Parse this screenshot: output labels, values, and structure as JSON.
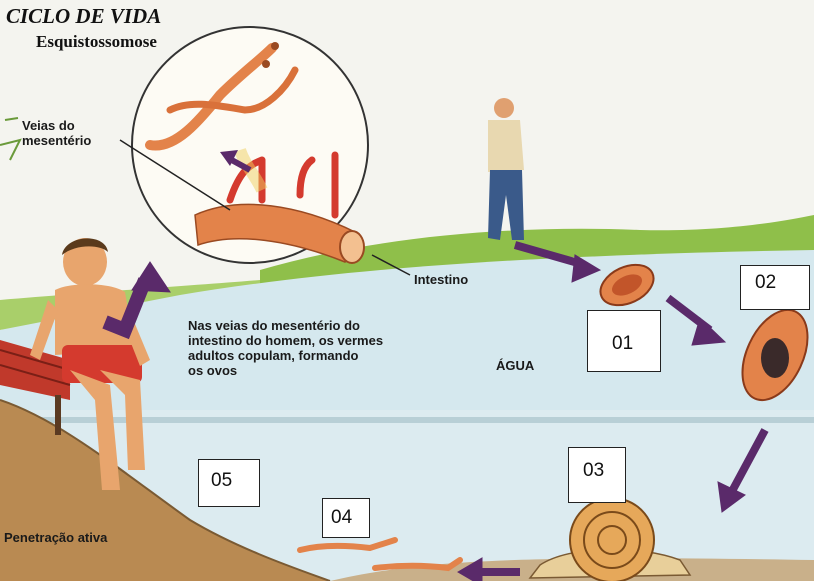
{
  "title": "CICLO DE VIDA",
  "subtitle": "Esquistossomose",
  "labels": {
    "veias": "Veias do\nmesentério",
    "intestino": "Intestino",
    "description": "Nas veias do mesentério do\nintestino do homem, os vermes\nadultos copulam, formando\nos ovos",
    "agua": "ÁGUA",
    "penetracao": "Penetração ativa"
  },
  "boxes": {
    "b01": "01",
    "b02": "02",
    "b03": "03",
    "b04": "04",
    "b05": "05"
  },
  "colors": {
    "water": "#cfe3ea",
    "grass": "#8fbf4a",
    "soil": "#b98a52",
    "arrow": "#5a2a6a",
    "worm": "#e3834a",
    "skin": "#e8a56d"
  }
}
